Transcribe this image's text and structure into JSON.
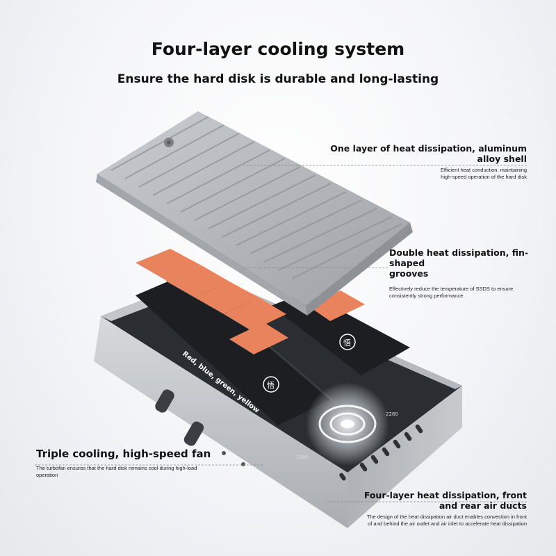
{
  "header": {
    "title": "Four-layer cooling system",
    "subtitle": "Ensure the hard disk is durable and long-lasting"
  },
  "callouts": {
    "shell": {
      "heading_line1": "One layer of heat dissipation, aluminum",
      "heading_line2": "alloy shell",
      "desc_line1": "Efficient heat conduction, maintaining",
      "desc_line2": "high-speed operation of the hard disk"
    },
    "grooves": {
      "heading_line1": "Double heat dissipation, fin-shaped",
      "heading_line2": "grooves",
      "desc_line1": "Effectively reduce the temperature of SSDS to ensure",
      "desc_line2": "consistently strong performance"
    },
    "fan": {
      "heading": "Triple cooling, high-speed fan",
      "desc_line1": "The turbofan ensures that the hard disk remains cool during high-load",
      "desc_line2": "operation"
    },
    "ducts": {
      "heading_line1": "Four-layer heat dissipation, front",
      "heading_line2": "and rear air ducts",
      "desc_line1": "The design of the heat dissipation air duct enables convection in front",
      "desc_line2": "of and behind the air outlet and air inlet to accelerate heat dissipation"
    }
  },
  "product": {
    "slogan": "Red, blue, green, yellow",
    "chip_glyph": "悟",
    "slot_label": "2280",
    "colors": {
      "shell": "#b9bcc1",
      "shell_dark": "#8e9297",
      "thermal_pad": "#e8835d",
      "ssd": "#1c1e21"
    }
  }
}
